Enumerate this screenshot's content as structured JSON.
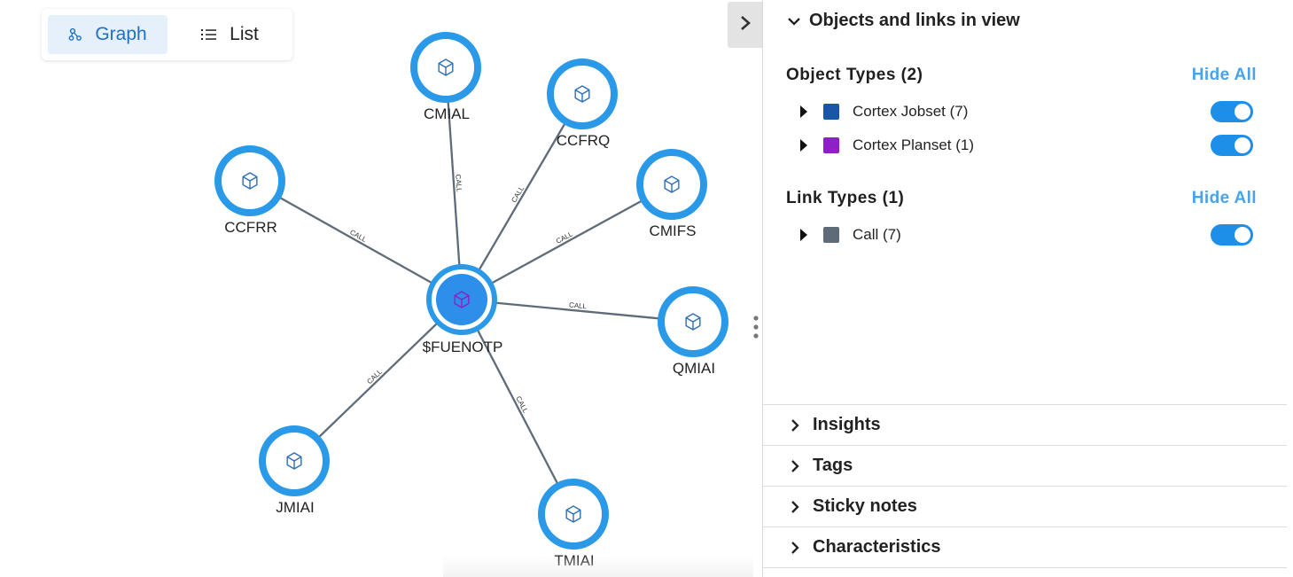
{
  "view_toggle": {
    "graph_label": "Graph",
    "list_label": "List",
    "active": "graph"
  },
  "graph": {
    "center_node": {
      "label": "$FUENOTP",
      "color": "#2d8fea",
      "icon": "cube-icon"
    },
    "nodes": [
      {
        "label": "CMIAL"
      },
      {
        "label": "CCFRQ"
      },
      {
        "label": "CCFRR"
      },
      {
        "label": "CMIFS"
      },
      {
        "label": "QMIAI"
      },
      {
        "label": "JMIAI"
      },
      {
        "label": "TMIAI"
      }
    ],
    "edge_label": "CALL",
    "node_ring_color": "#2a9ae8",
    "edge_color": "#5f6b78"
  },
  "panel": {
    "objects_header": "Objects and links in view",
    "object_types": {
      "title": "Object Types (2)",
      "hide_all": "Hide All",
      "items": [
        {
          "label": "Cortex Jobset (7)",
          "color": "#1a56a8",
          "enabled": true
        },
        {
          "label": "Cortex Planset (1)",
          "color": "#8f1fc6",
          "enabled": true
        }
      ]
    },
    "link_types": {
      "title": "Link Types (1)",
      "hide_all": "Hide All",
      "items": [
        {
          "label": "Call (7)",
          "color": "#5f6b78",
          "enabled": true
        }
      ]
    },
    "sections": [
      "Insights",
      "Tags",
      "Sticky notes",
      "Characteristics"
    ]
  }
}
